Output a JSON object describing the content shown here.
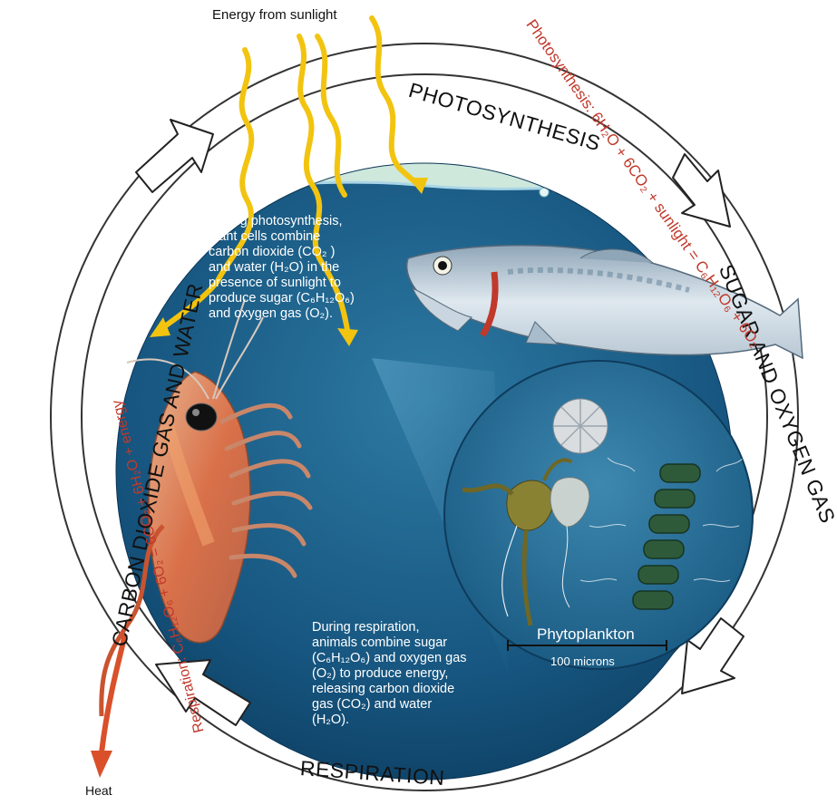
{
  "energy_label": "Energy from sunlight",
  "heat_label": "Heat",
  "cycle_labels": {
    "photosynthesis": "PHOTOSYNTHESIS",
    "sugar_oxygen": "SUGAR AND OXYGEN GAS",
    "respiration": "RESPIRATION",
    "co2_water": "CARBON DIOXIDE GAS AND WATER"
  },
  "equations": {
    "photosynthesis": "Photosynthesis: 6H₂O + 6CO₂ + sunlight = C₆H₁₂O₆ + 6O₂",
    "respiration": "Respiration: C₆H₁₂O₆ + 6O₂ = 6CO₂ + 6H₂O + energy"
  },
  "photosynthesis_text": [
    "During photosynthesis,",
    "plant cells combine",
    "carbon dioxide (CO₂ )",
    "and water (H₂O) in the",
    "presence of sunlight to",
    "produce sugar (C₆H₁₂O₆)",
    "and oxygen gas (O₂)."
  ],
  "respiration_text": [
    "During respiration,",
    "animals combine sugar",
    "(C₆H₁₂O₆) and oxygen gas",
    "(O₂) to produce energy,",
    "releasing carbon dioxide",
    "gas (CO₂) and water",
    "(H₂O)."
  ],
  "inset": {
    "title": "Phytoplankton",
    "scale": "100 microns"
  },
  "colors": {
    "equation_red": "#c0392b",
    "water_dark": "#0d3f63",
    "water_light": "#2f7fa8",
    "sky": "#cfe8dc",
    "sun_ray": "#f2c40f",
    "heat_arrow": "#d9502a"
  }
}
